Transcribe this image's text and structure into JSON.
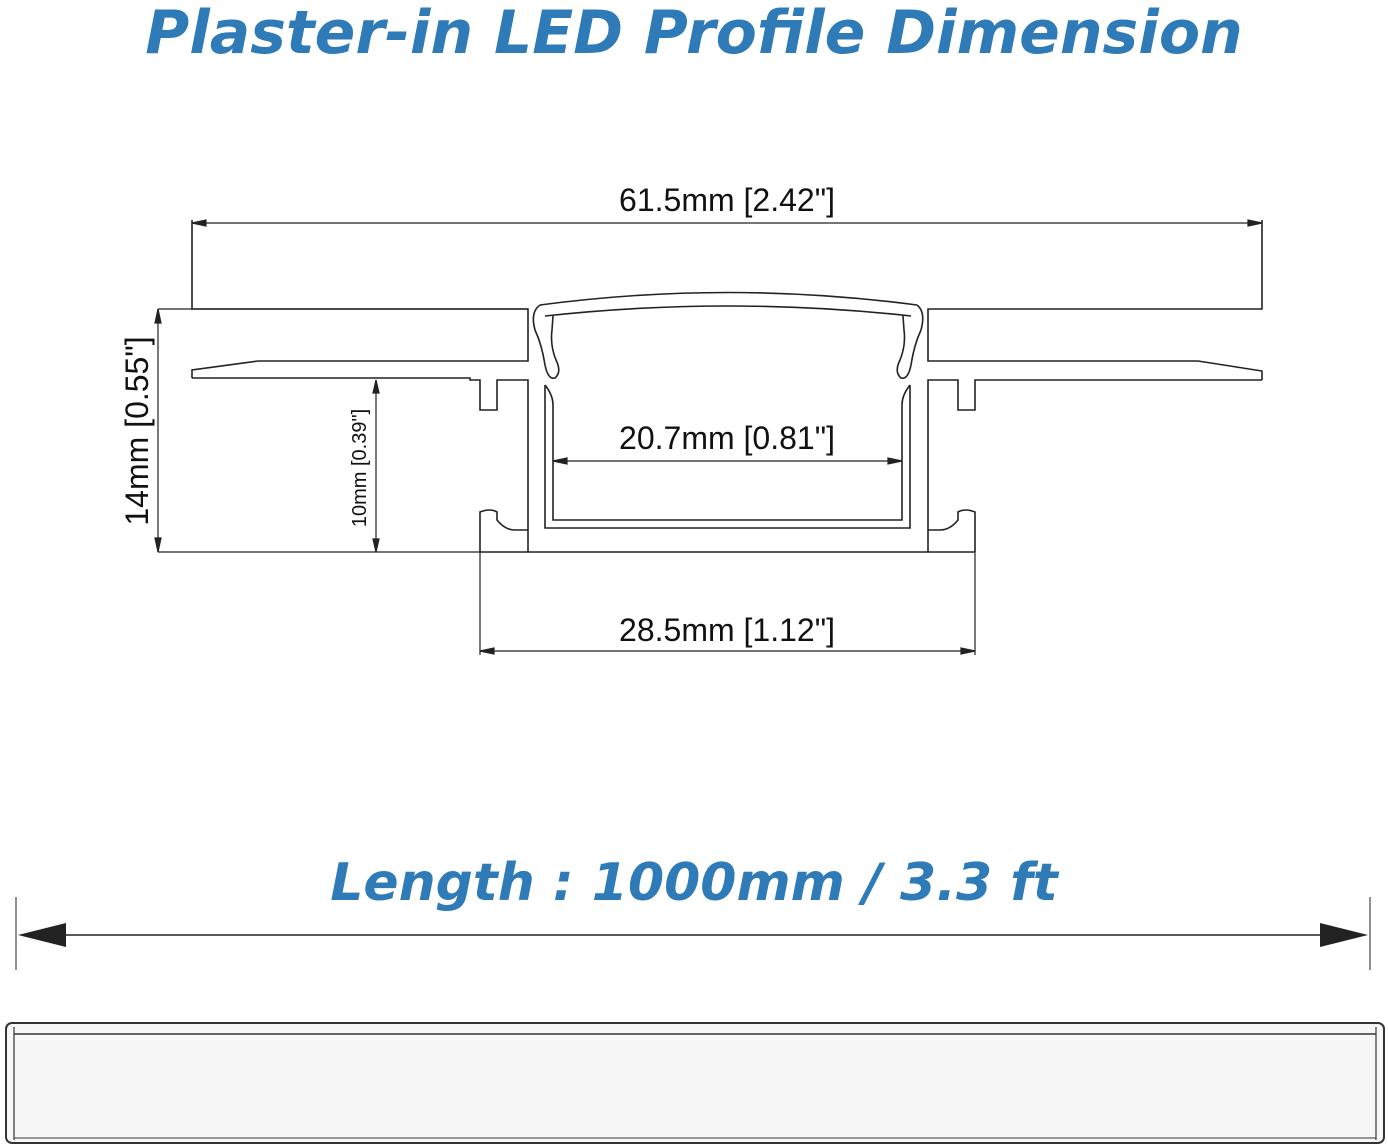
{
  "title": "Plaster-in LED Profile Dimension",
  "dimensions": {
    "overall_width": "61.5mm [2.42\"]",
    "height": "14mm [0.55\"]",
    "inner_height": "10mm [0.39\"]",
    "inner_width": "20.7mm [0.81\"]",
    "bottom_width": "28.5mm [1.12\"]"
  },
  "length_label": "Length : 1000mm / 3.3 ft",
  "colors": {
    "title": "#2e7bb8",
    "lines": "#222222"
  }
}
